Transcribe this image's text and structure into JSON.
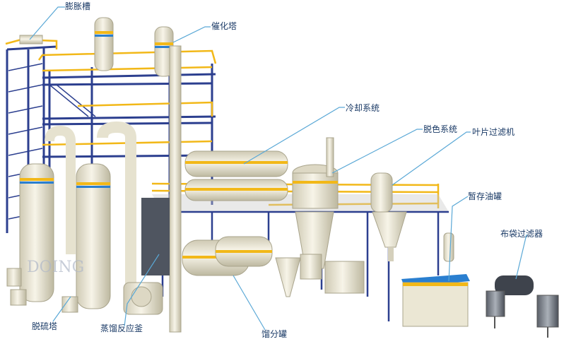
{
  "labels": {
    "expansion_tank": "膨胀槽",
    "catalytic_tower": "催化塔",
    "cooling_system": "冷却系统",
    "decolor_system": "脱色系统",
    "leaf_filter": "叶片过滤机",
    "temp_oil_tank": "暂存油罐",
    "bag_filter": "布袋过滤器",
    "desulfurization_tower": "脱硫塔",
    "distillation_reactor": "蒸馏反应釜",
    "fraction_tank": "馏分罐"
  },
  "watermark": "DOING",
  "colors": {
    "frame_blue": "#2c3f8f",
    "rail_yellow": "#f2b818",
    "vessel_cream": "#ece8d6",
    "band_blue": "#2a7fd0",
    "band_yellow": "#f2b818",
    "leader_line": "#5aa8d6"
  }
}
